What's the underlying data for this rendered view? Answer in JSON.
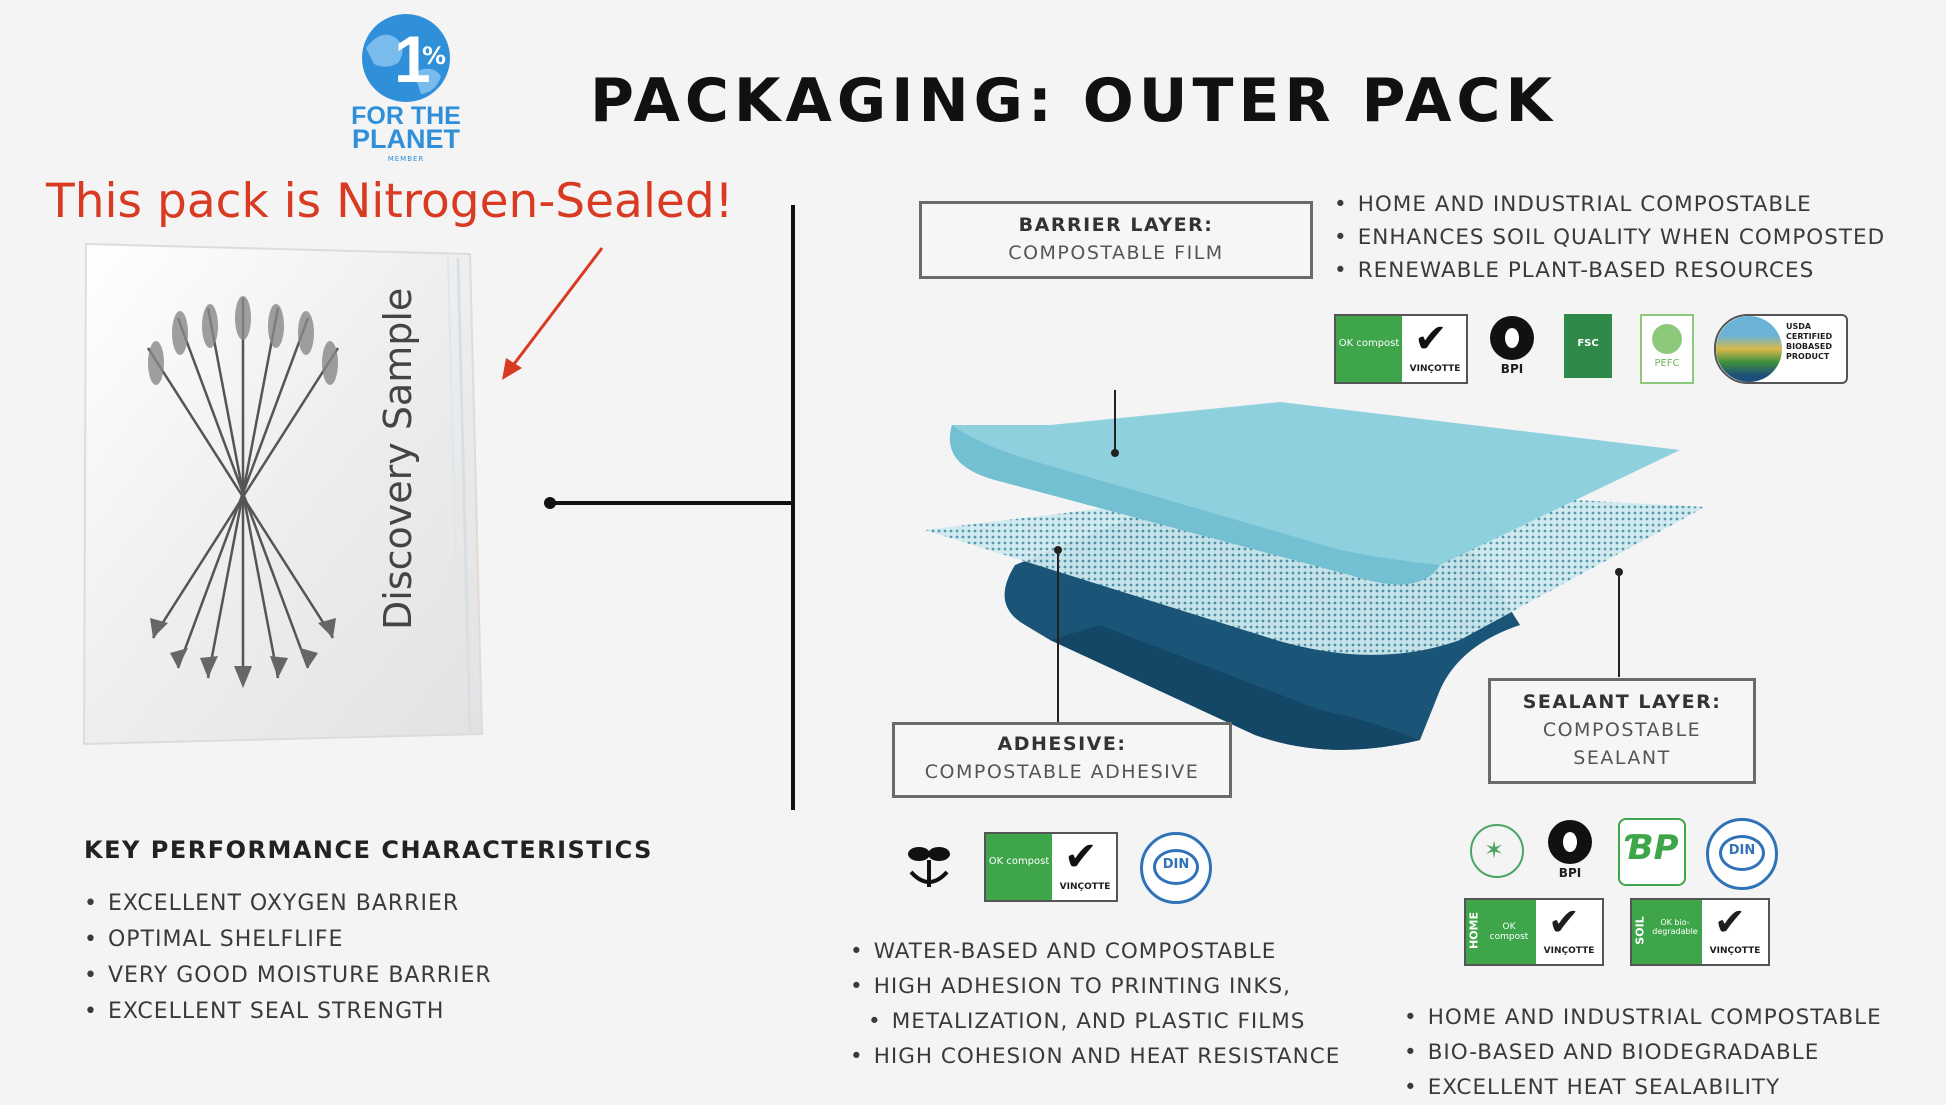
{
  "title": "PACKAGING: OUTER PACK",
  "logo": {
    "line1": "FOR THE",
    "line2": "PLANET",
    "line3": "MEMBER",
    "mark": "%"
  },
  "annotation": "This pack is Nitrogen-Sealed!",
  "pack_label": "Discovery Sample",
  "colors": {
    "annotation": "#d93a22",
    "logo_blue": "#2f8fd9",
    "top_film": "#8fd0df",
    "bottom_film": "#1a5577"
  },
  "barrier": {
    "heading": "BARRIER LAYER:",
    "sub": "COMPOSTABLE FILM",
    "bullets": [
      "HOME AND INDUSTRIAL COMPOSTABLE",
      "ENHANCES SOIL QUALITY WHEN COMPOSTED",
      "RENEWABLE PLANT-BASED RESOURCES"
    ],
    "badges": {
      "ok_compost": "OK compost",
      "vincotte": "VINÇOTTE",
      "bpi": "BPI",
      "fsc": "FSC",
      "pefc": "PEFC",
      "usda": "USDA CERTIFIED BIOBASED PRODUCT"
    }
  },
  "adhesive": {
    "heading": "ADHESIVE:",
    "sub": "COMPOSTABLE ADHESIVE",
    "bullets": [
      "WATER-BASED AND COMPOSTABLE",
      "HIGH ADHESION TO PRINTING INKS,",
      "METALIZATION, AND PLASTIC FILMS",
      "HIGH COHESION AND HEAT RESISTANCE"
    ],
    "badges": {
      "ok_compost": "OK compost",
      "vincotte": "VINÇOTTE",
      "din": "DIN"
    }
  },
  "sealant": {
    "heading": "SEALANT LAYER:",
    "sub1": "COMPOSTABLE",
    "sub2": "SEALANT",
    "bullets": [
      "HOME AND INDUSTRIAL COMPOSTABLE",
      "BIO-BASED AND BIODEGRADABLE",
      "EXCELLENT HEAT SEALABILITY"
    ],
    "badges": {
      "bpi": "BPI",
      "din": "DIN",
      "home": "HOME",
      "soil": "SOIL",
      "ok_compost": "OK compost",
      "ok_bio": "OK bio-degradable",
      "vincotte": "VINÇOTTE"
    }
  },
  "kpc": {
    "title": "KEY PERFORMANCE CHARACTERISTICS",
    "bullets": [
      "EXCELLENT OXYGEN BARRIER",
      "OPTIMAL SHELFLIFE",
      "VERY GOOD MOISTURE BARRIER",
      "EXCELLENT SEAL STRENGTH"
    ]
  }
}
